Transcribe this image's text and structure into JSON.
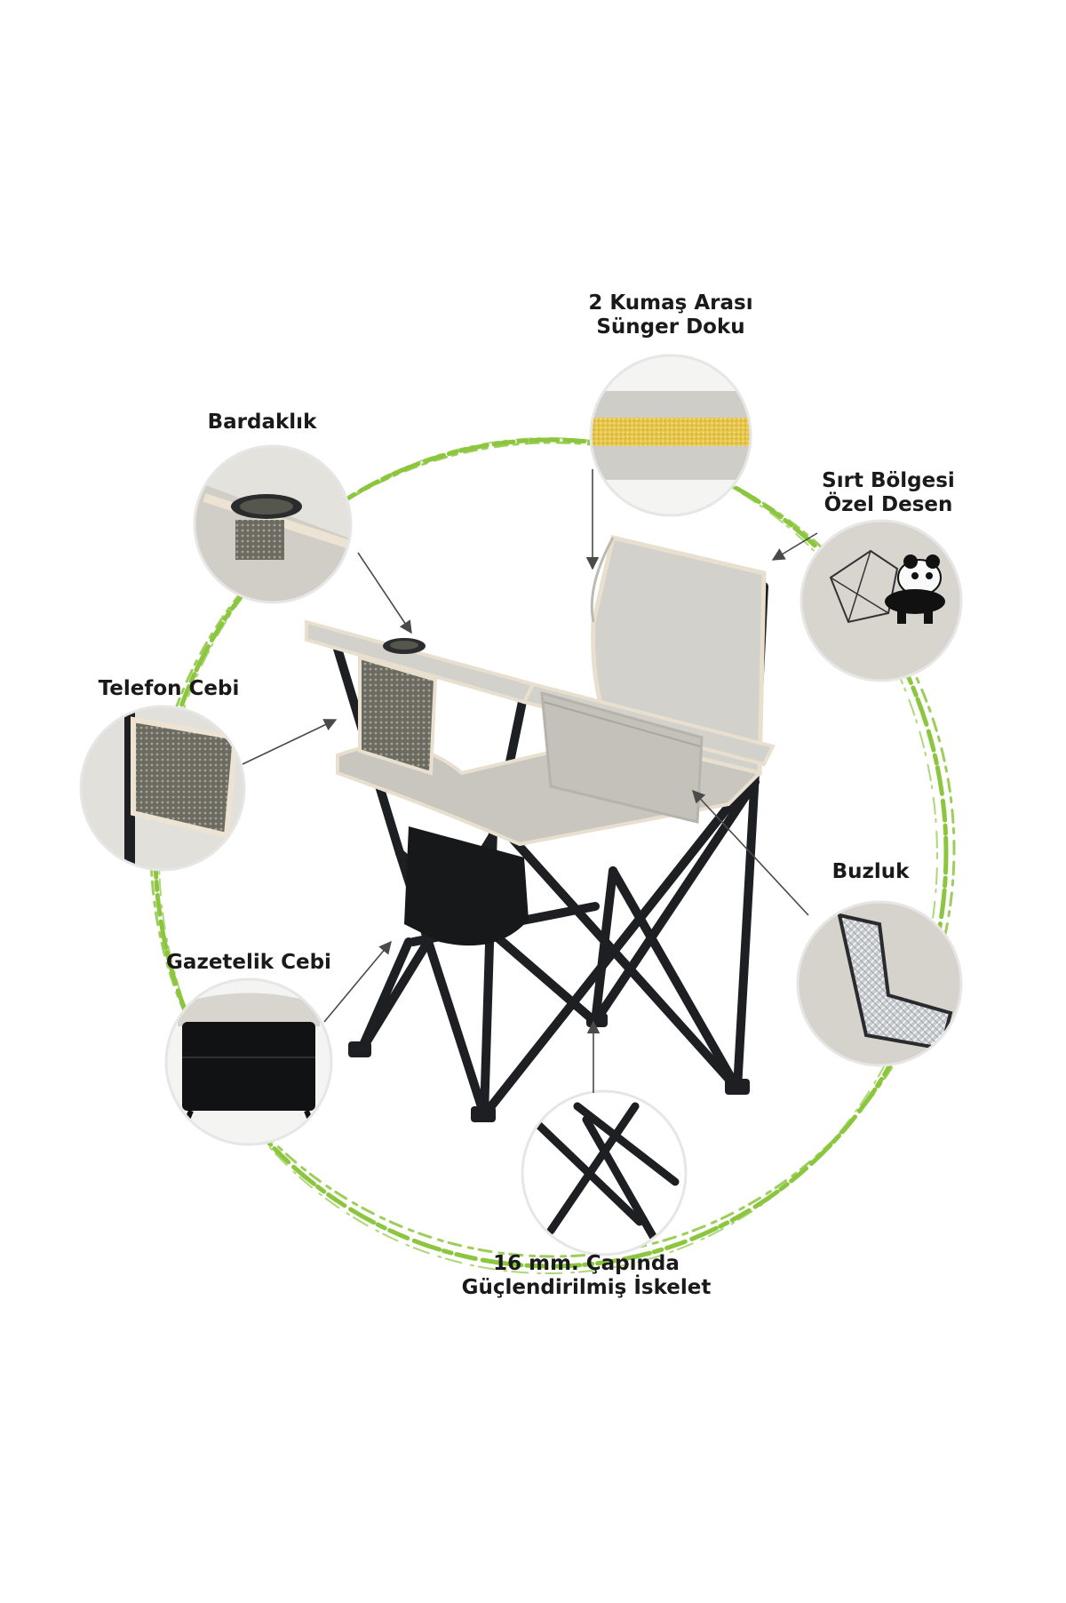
{
  "callouts": {
    "foam": {
      "line1": "2 Kumaş Arası",
      "line2": "Sünger Doku"
    },
    "cupholder": {
      "line1": "Bardaklık"
    },
    "pattern": {
      "line1": "Sırt Bölgesi",
      "line2": "Özel Desen"
    },
    "phone": {
      "line1": "Telefon Cebi"
    },
    "cooler": {
      "line1": "Buzluk"
    },
    "newspaper": {
      "line1": "Gazetelik Cebi"
    },
    "frame": {
      "line1": "16 mm. Çapında",
      "line2": "Güçlendirilmiş İskelet"
    }
  },
  "colors": {
    "ring": "#8cc63f",
    "fabric": "#d3d1cb",
    "fabric_dark": "#bdbab2",
    "trim": "#e8dfcf",
    "frame": "#1d1f22",
    "foam": "#e6c64a",
    "arrow": "#4a4a4a"
  }
}
